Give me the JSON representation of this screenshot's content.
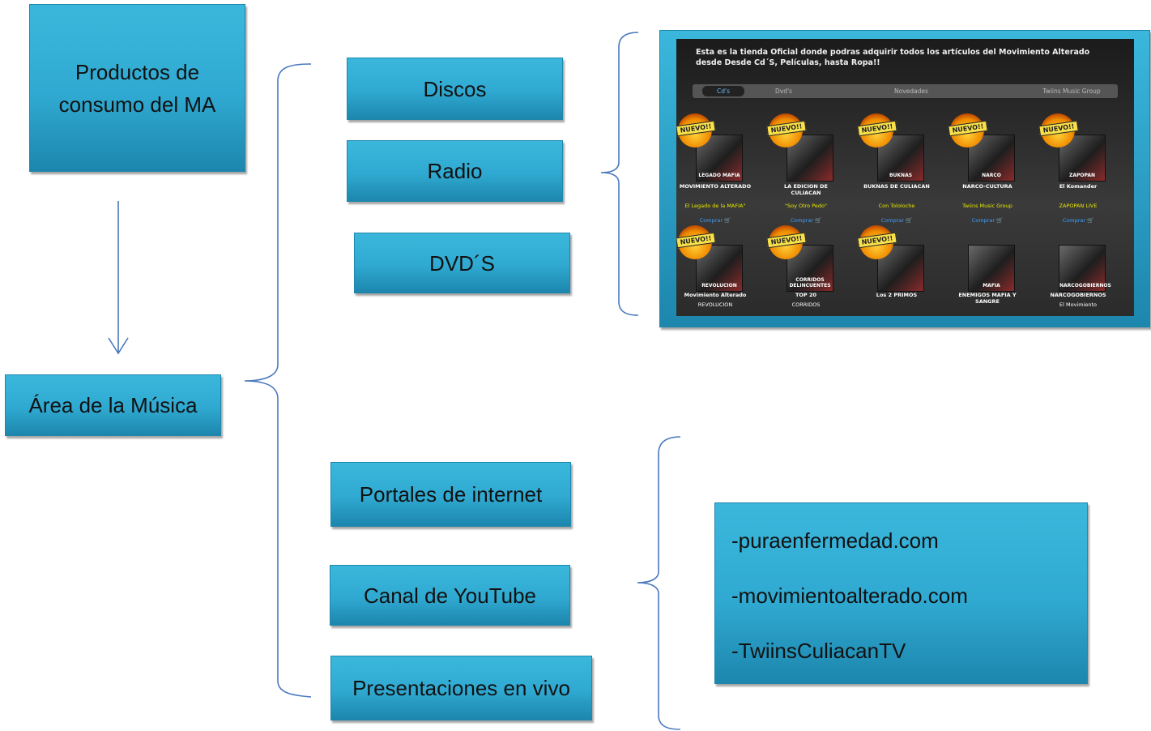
{
  "diagram": {
    "boxes": {
      "productos": "Productos de consumo del MA",
      "area": "Área de la Música",
      "discos": "Discos",
      "radio": "Radio",
      "dvds": "DVD´S",
      "portales": "Portales de internet",
      "youtube": "Canal de YouTube",
      "presentaciones": "Presentaciones en vivo"
    },
    "links": [
      "-puraenfermedad.com",
      "-movimientoalterado.com",
      "-TwiinsCuliacanTV"
    ],
    "colors": {
      "box_fill": "#31acd5",
      "box_border": "#1f87ac",
      "line": "#4a79bd"
    }
  },
  "store": {
    "intro": "Esta es la tienda Oficial donde podras adquirir todos los artículos del Movimiento Alterado desde Desde Cd´S, Películas,  hasta Ropa!!",
    "tabs": [
      "Cd's",
      "Dvd's",
      "Novedades",
      "Twiins Music Group"
    ],
    "badge": "NUEVO!!",
    "buy_label": "Comprar",
    "cart_icon": "cart-icon",
    "row1": [
      {
        "cover": "LEGADO MAFIA",
        "name": "MOVIMIENTO ALTERADO",
        "sub": "El Legado de la MAFIA\"",
        "new": true
      },
      {
        "cover": "",
        "name": "LA EDICION DE CULIACAN",
        "sub": "\"Soy Otro Pedo\"",
        "new": true
      },
      {
        "cover": "BUKNAS",
        "name": "BUKNAS DE CULIACAN",
        "sub": "Con Tololoche",
        "new": true
      },
      {
        "cover": "NARCO",
        "name": "NARCO-CULTURA",
        "sub": "Twiins Music Group",
        "new": true
      },
      {
        "cover": "ZAPOPAN",
        "name": "El Komander",
        "sub": "ZAPOPAN LIVE",
        "new": true
      }
    ],
    "row2": [
      {
        "cover": "REVOLUCION",
        "name": "Movimiento Alterado",
        "sub": "REVOLUCION",
        "new": true
      },
      {
        "cover": "CORRIDOS DELINCUENTES",
        "name": "TOP 20",
        "sub": "CORRIDOS",
        "new": true
      },
      {
        "cover": "",
        "name": "Los 2 PRIMOS",
        "sub": "",
        "new": true
      },
      {
        "cover": "MAFIA",
        "name": "ENEMIGOS MAFIA Y SANGRE",
        "sub": "",
        "new": false
      },
      {
        "cover": "NARCOGOBIERNOS",
        "name": "NARCOGOBIERNOS",
        "sub": "El Movimiento",
        "new": false
      }
    ]
  }
}
